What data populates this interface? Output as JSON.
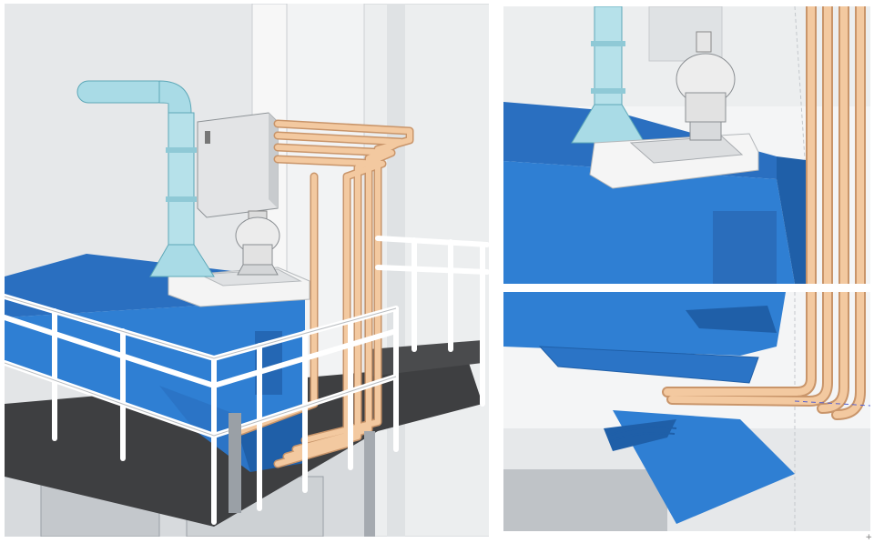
{
  "figure": {
    "corner_mark": "+"
  },
  "colors": {
    "background": "#ffffff",
    "wall": "#e9ebed",
    "wall_shade": "#cfd3d6",
    "hopper_blue": "#2f7fd3",
    "hopper_dark": "#1f5fa8",
    "hopper_top": "#2a6fc0",
    "pipe_tan": "#f3c9a0",
    "pipe_edge": "#c9956a",
    "duct_cyan": "#a9dbe6",
    "duct_edge": "#5ea8b8",
    "railing": "#ffffff",
    "platform_dark": "#3e3f41",
    "steel_grey": "#9aa0a6"
  },
  "panels": [
    {
      "view": "overall",
      "components": [
        "duct-elbow",
        "control-box",
        "pipe-bundle",
        "loader",
        "base-plate",
        "hopper",
        "railing",
        "platform"
      ]
    },
    {
      "view": "top-detail",
      "components": [
        "duct",
        "loader",
        "base-plate",
        "hopper",
        "pipe-bundle"
      ]
    },
    {
      "view": "bottom-detail",
      "components": [
        "hopper",
        "chute",
        "pipe-bundle"
      ]
    }
  ]
}
